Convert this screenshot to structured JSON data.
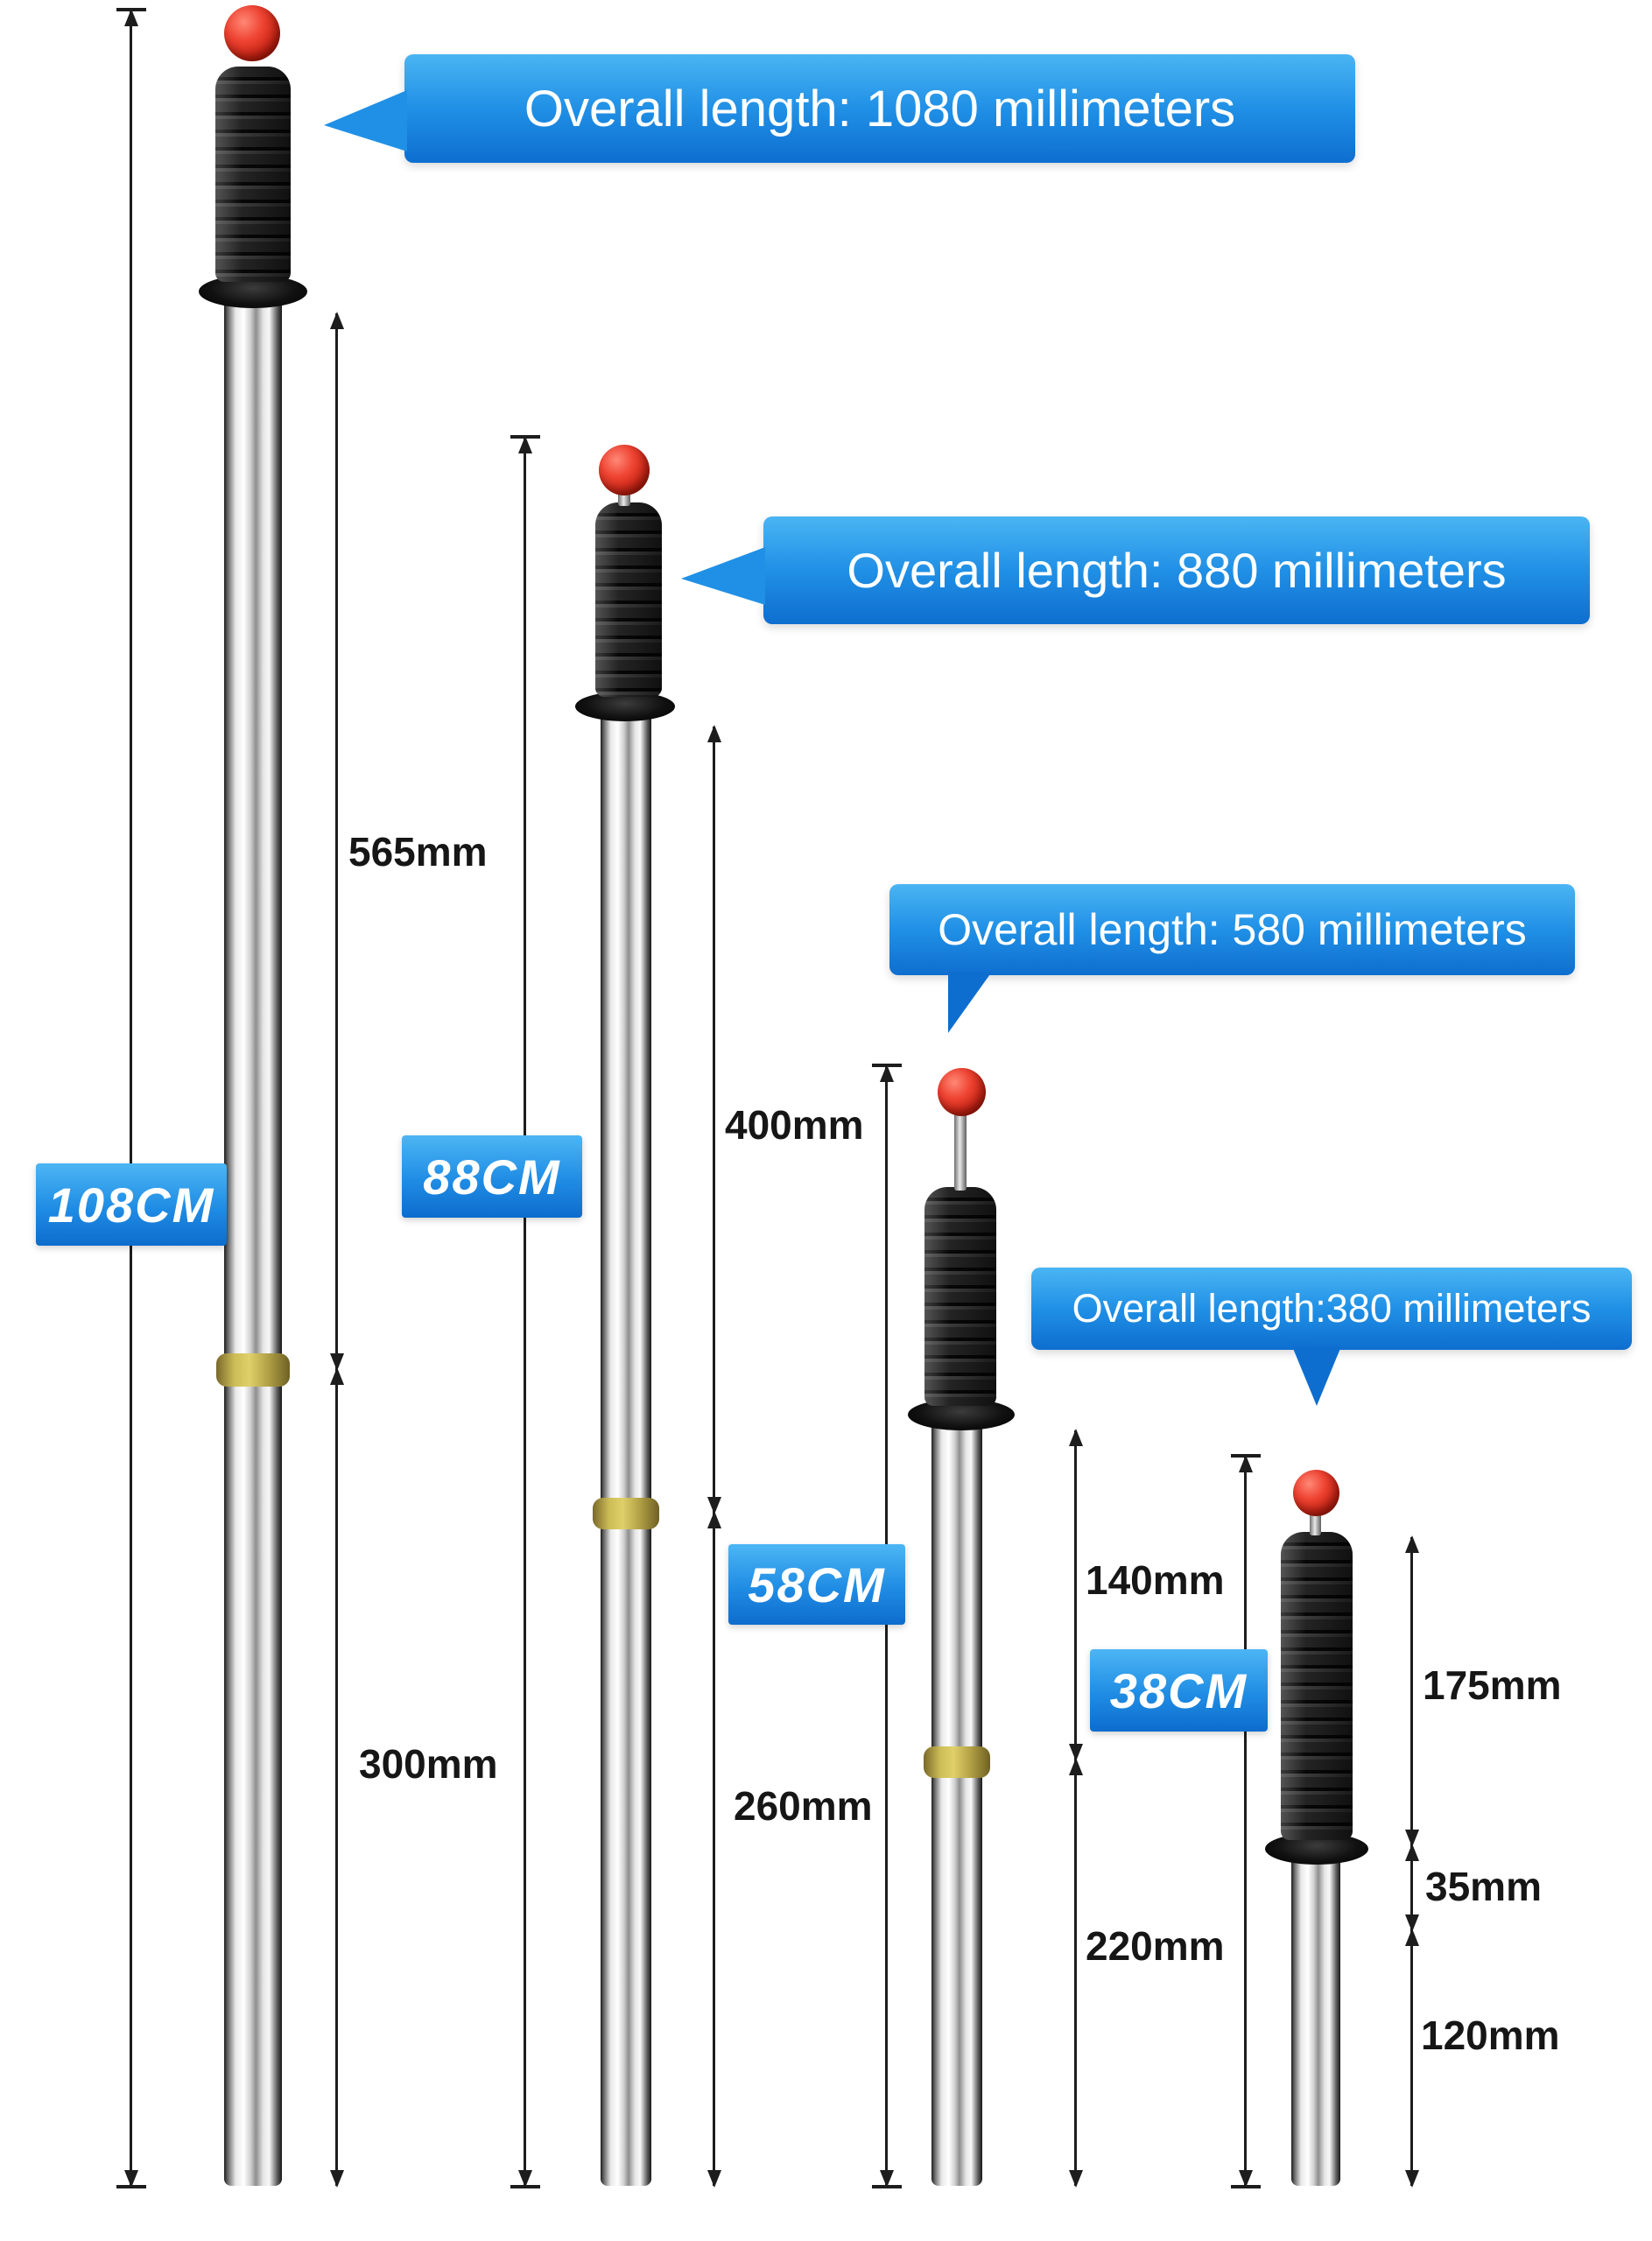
{
  "page": {
    "background": "#ffffff"
  },
  "colors": {
    "callout_blue": "#1f8ce4",
    "callout_text": "#ffffff",
    "measurement_text": "#161616",
    "dimension_line": "#1d1d1d",
    "ball_red": "#d42a1e",
    "handle_black": "#161616",
    "shaft_chrome": "#e9e9e9",
    "ring_yellow": "#cdbd57"
  },
  "tools": [
    {
      "size_label": "108CM",
      "callout": "Overall length: 1080 millimeters",
      "overall_mm": 1080,
      "measurements": [
        "565mm",
        "300mm"
      ]
    },
    {
      "size_label": "88CM",
      "callout": "Overall length: 880 millimeters",
      "overall_mm": 880,
      "measurements": [
        "400mm",
        "260mm"
      ]
    },
    {
      "size_label": "58CM",
      "callout": "Overall length: 580 millimeters",
      "overall_mm": 580,
      "measurements": [
        "140mm",
        "220mm"
      ]
    },
    {
      "size_label": "38CM",
      "callout": "Overall length:380 millimeters",
      "overall_mm": 380,
      "measurements": [
        "175mm",
        "35mm",
        "120mm"
      ]
    }
  ]
}
